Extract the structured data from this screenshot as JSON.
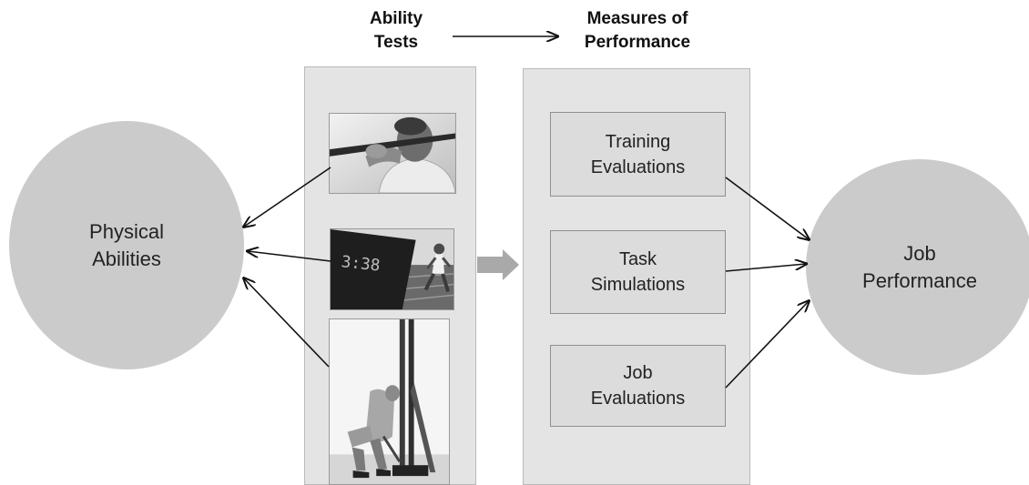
{
  "headers": {
    "ability_tests": [
      "Ability",
      "Tests"
    ],
    "measures_of_performance": [
      "Measures of",
      "Performance"
    ]
  },
  "nodes": {
    "physical_abilities": [
      "Physical",
      "Abilities"
    ],
    "job_performance": [
      "Job",
      "Performance"
    ]
  },
  "ability_test_photos": [
    {
      "icon": "pull-up-photo",
      "description": "man doing pull-up on bar"
    },
    {
      "icon": "running-timer-photo",
      "description": "runner on track beside digital clock"
    },
    {
      "icon": "lift-test-photo",
      "description": "person lifting handle of strength test apparatus"
    }
  ],
  "measures": [
    {
      "lines": [
        "Training",
        "Evaluations"
      ]
    },
    {
      "lines": [
        "Task",
        "Simulations"
      ]
    },
    {
      "lines": [
        "Job",
        "Evaluations"
      ]
    }
  ],
  "timer_readout": "3:38",
  "colors": {
    "circle_fill": "#cbcbcb",
    "column_fill": "#e4e4e4",
    "box_fill": "#dcdcdc",
    "block_arrow": "#a9a9a9",
    "line_arrow": "#111111"
  }
}
